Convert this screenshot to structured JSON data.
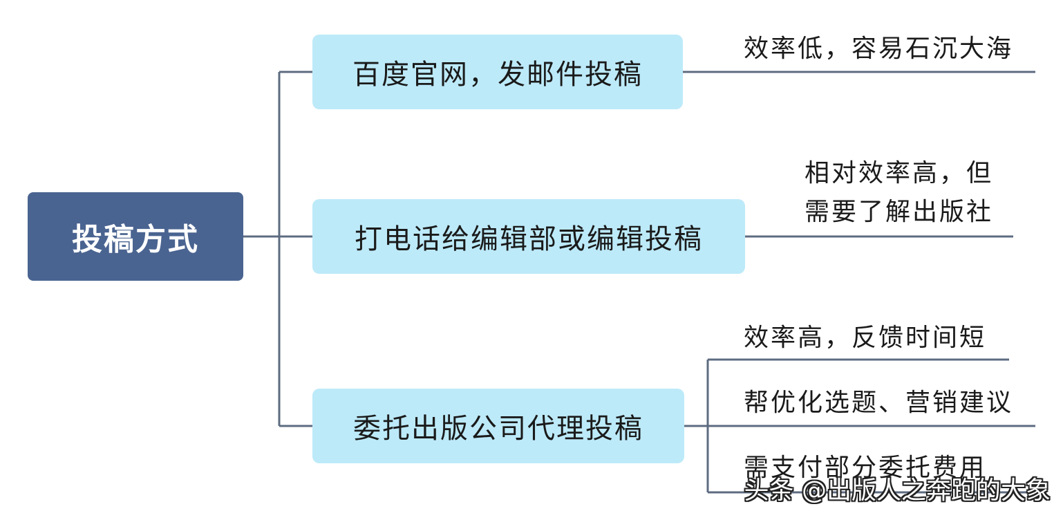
{
  "colors": {
    "root_fill": "#4a6491",
    "branch_fill": "#bdeaf9",
    "connector": "#5d6b80",
    "text": "#1a1a1a"
  },
  "diagram": {
    "root": {
      "label": "投稿方式"
    },
    "branches": [
      {
        "label": "百度官网，发邮件投稿",
        "leaves": [
          "效率低，容易石沉大海"
        ]
      },
      {
        "label": "打电话给编辑部或编辑投稿",
        "leaves": [
          "相对效率高，但",
          "需要了解出版社"
        ]
      },
      {
        "label": "委托出版公司代理投稿",
        "leaves": [
          "效率高，反馈时间短",
          "帮优化选题、营销建议",
          "需支付部分委托费用"
        ]
      }
    ]
  },
  "watermark": {
    "text": "头条 @出版人之奔跑的大象"
  }
}
